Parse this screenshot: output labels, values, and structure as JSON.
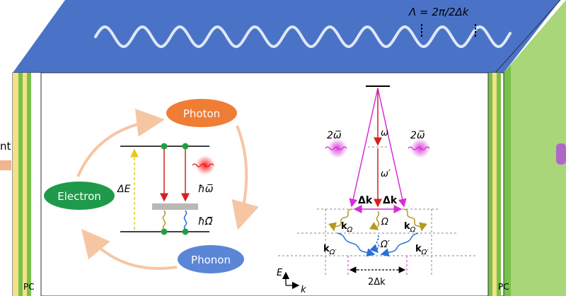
{
  "top_label": "Λ = 2π/2Δk",
  "left_label_fragment": "nt",
  "pc_left": "PC",
  "pc_right": "PC",
  "cycle": {
    "photon": "Photon",
    "electron": "Electron",
    "phonon": "Phonon"
  },
  "levels": {
    "delta_e": "ΔE",
    "hbar_omega": "ħω̅",
    "hbar_big_omega": "ħΩ̅"
  },
  "dispersion": {
    "two_omega_left": "2ω̅",
    "two_omega_right": "2ω̅",
    "omega": "ω",
    "omega_prime": "ω′",
    "dk_left": "Δk",
    "dk_right": "Δk",
    "big_omega": "Ω",
    "big_omega_prime": "Ω′",
    "k_omega_left_base": "k",
    "k_omega_left_sub": "Ω",
    "k_omega_right_base": "k",
    "k_omega_right_sub": "Ω",
    "k_omegap_left_base": "k",
    "k_omegap_left_sub": "Ω′",
    "k_omegap_right_base": "k",
    "k_omegap_right_sub": "Ω′",
    "axis_e": "E",
    "axis_k": "k",
    "two_dk": "2Δk"
  },
  "colors": {
    "top_face": "#4a73c8",
    "right_face": "#a8d679",
    "photon_oval": "#ef7d35",
    "electron_oval": "#1f9a4a",
    "phonon_oval": "#5b86d6",
    "magenta": "#d62ed6",
    "red": "#d42020",
    "olive": "#b39a1e",
    "blue_wave": "#2a6fd4",
    "yellow_dash": "#e8c820"
  }
}
